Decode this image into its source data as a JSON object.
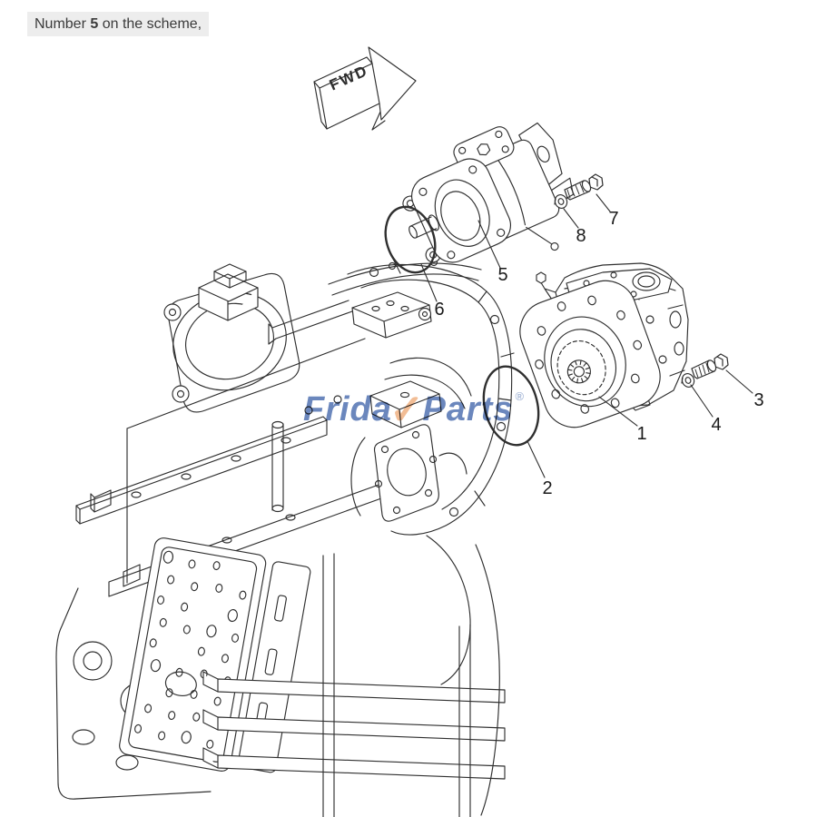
{
  "banner": {
    "prefix": "Number ",
    "number": "5",
    "suffix": " on the scheme,"
  },
  "fwd_arrow": {
    "label": "FWD"
  },
  "watermark": {
    "prefix": "Frida",
    "check": "✓",
    "suffix": "Parts",
    "reg": "®",
    "blue": "#4a6cae",
    "orange": "#f0af7e"
  },
  "callouts": [
    "1",
    "2",
    "3",
    "4",
    "5",
    "6",
    "7",
    "8"
  ],
  "colors": {
    "line": "#2f2f2f",
    "banner_bg": "#ededed",
    "banner_text": "#3b3b3b"
  }
}
